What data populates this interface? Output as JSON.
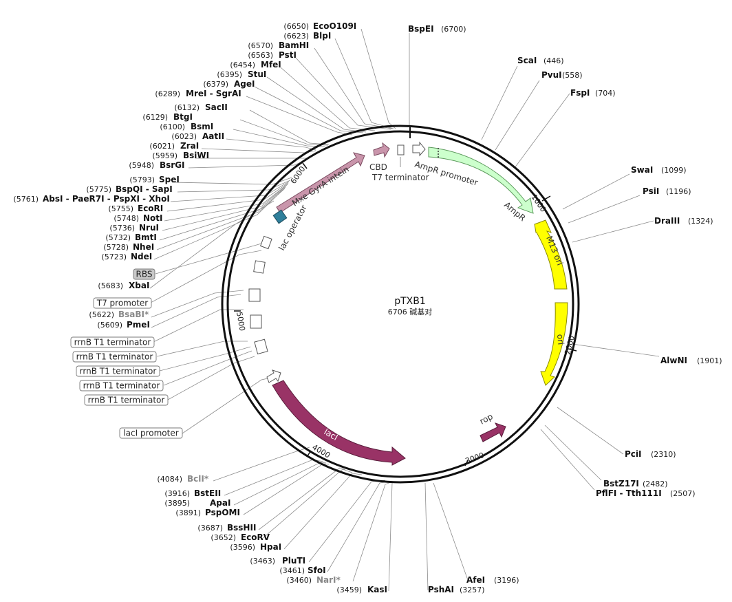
{
  "plasmid": {
    "name": "pTXB1",
    "length_label": "6706 碱基对",
    "length": 6706
  },
  "ticks": [
    "1000",
    "2000",
    "3000",
    "4000",
    "5000",
    "6000"
  ],
  "sites_left": [
    {
      "pos": "(6650)",
      "name": "EcoO109I"
    },
    {
      "pos": "(6623)",
      "name": "BlpI"
    },
    {
      "pos": "(6570)",
      "name": "BamHI"
    },
    {
      "pos": "(6563)",
      "name": "PstI"
    },
    {
      "pos": "(6454)",
      "name": "MfeI"
    },
    {
      "pos": "(6395)",
      "name": "StuI"
    },
    {
      "pos": "(6379)",
      "name": "AgeI"
    },
    {
      "pos": "(6289)",
      "name": "MreI - SgrAI"
    },
    {
      "pos": "(6132)",
      "name": "SacII"
    },
    {
      "pos": "(6129)",
      "name": "BtgI"
    },
    {
      "pos": "(6100)",
      "name": "BsmI"
    },
    {
      "pos": "(6023)",
      "name": "AatII"
    },
    {
      "pos": "(6021)",
      "name": "ZraI"
    },
    {
      "pos": "(5959)",
      "name": "BsiWI"
    },
    {
      "pos": "(5948)",
      "name": "BsrGI"
    },
    {
      "pos": "(5793)",
      "name": "SpeI"
    },
    {
      "pos": "(5775)",
      "name": "BspQI - SapI"
    },
    {
      "pos": "(5761)",
      "name": "AbsI - PaeR7I - PspXI - XhoI"
    },
    {
      "pos": "(5755)",
      "name": "EcoRI"
    },
    {
      "pos": "(5748)",
      "name": "NotI"
    },
    {
      "pos": "(5736)",
      "name": "NruI"
    },
    {
      "pos": "(5732)",
      "name": "BmtI"
    },
    {
      "pos": "(5728)",
      "name": "NheI"
    },
    {
      "pos": "(5723)",
      "name": "NdeI"
    },
    {
      "pos": "(5683)",
      "name": "XbaI"
    },
    {
      "pos": "(5622)",
      "name": "BsaBI*"
    },
    {
      "pos": "(5609)",
      "name": "PmeI"
    }
  ],
  "sites_right": [
    {
      "name": "BspEI",
      "pos": "(6700)"
    },
    {
      "name": "ScaI",
      "pos": "(446)"
    },
    {
      "name": "PvuI",
      "pos": "(558)"
    },
    {
      "name": "FspI",
      "pos": "(704)"
    },
    {
      "name": "SwaI",
      "pos": "(1099)"
    },
    {
      "name": "PsiI",
      "pos": "(1196)"
    },
    {
      "name": "DraIII",
      "pos": "(1324)"
    },
    {
      "name": "AlwNI",
      "pos": "(1901)"
    },
    {
      "name": "PciI",
      "pos": "(2310)"
    },
    {
      "name": "BstZ17I",
      "pos": "(2482)"
    },
    {
      "name": "PflFI - Tth111I",
      "pos": "(2507)"
    }
  ],
  "sites_bottom_left": [
    {
      "pos": "(4084)",
      "name": "BclI*"
    },
    {
      "pos": "(3916)",
      "name": "BstEII"
    },
    {
      "pos": "(3895)",
      "name": "ApaI"
    },
    {
      "pos": "(3891)",
      "name": "PspOMI"
    },
    {
      "pos": "(3687)",
      "name": "BssHII"
    },
    {
      "pos": "(3652)",
      "name": "EcoRV"
    },
    {
      "pos": "(3596)",
      "name": "HpaI"
    },
    {
      "pos": "(3463)",
      "name": "PluTI"
    },
    {
      "pos": "(3461)",
      "name": "SfoI"
    },
    {
      "pos": "(3460)",
      "name": "NarI*"
    },
    {
      "pos": "(3459)",
      "name": "KasI"
    }
  ],
  "sites_bottom_right": [
    {
      "name": "PshAI",
      "pos": "(3257)"
    },
    {
      "name": "AfeI",
      "pos": "(3196)"
    }
  ],
  "boxed_labels": [
    "RBS",
    "T7 promoter",
    "rrnB T1 terminator",
    "rrnB T1 terminator",
    "rrnB T1 terminator",
    "rrnB T1 terminator",
    "rrnB T1 terminator",
    "lacI promoter"
  ],
  "features": {
    "mxe": "Mxe GyrA intein",
    "cbd": "CBD",
    "t7term": "T7 terminator",
    "ampr_promoter": "AmpR promoter",
    "ampr": "AmpR",
    "m13": "M13 ori",
    "ori": "ori",
    "rop": "rop",
    "laci": "lacI",
    "lac_operator": "lac operator"
  },
  "colors": {
    "mxe": "#c995ab",
    "cbd": "#c995ab",
    "ampr": "#ccffcc",
    "m13": "#ffff00",
    "ori": "#ffff00",
    "laci": "#993366",
    "rop": "#993366",
    "lac_operator": "#2f7f9b",
    "backbone": "#111111"
  }
}
